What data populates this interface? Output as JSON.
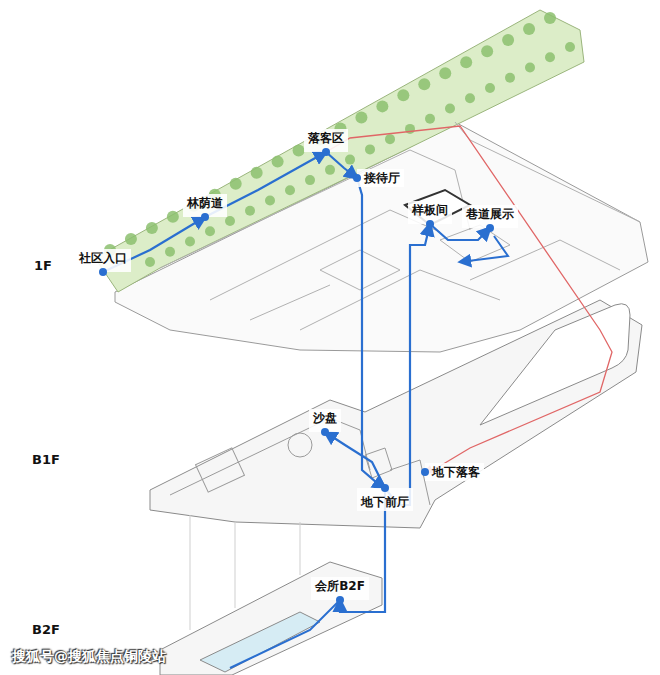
{
  "diagram": {
    "nodes": [
      {
        "text": [
          "社区入口"
        ]
      },
      {
        "text": [
          "林荫道"
        ]
      },
      {
        "text": [
          "落客区"
        ]
      },
      {
        "text": [
          "接待厅"
        ]
      },
      {
        "text": [
          "样板间"
        ]
      },
      {
        "text": [
          "巷道展示"
        ]
      },
      {
        "text": [
          "沙盘"
        ]
      },
      {
        "text": [
          "地下落客"
        ]
      },
      {
        "text": [
          "地下前厅"
        ]
      },
      {
        "text": [
          "会所B2F"
        ]
      }
    ],
    "edges": [
      {
        "from": 0,
        "to": 1,
        "arrow": "to"
      },
      {
        "from": 1,
        "to": 2,
        "arrow": "to"
      },
      {
        "from": 2,
        "to": 3,
        "arrow": "to"
      },
      {
        "from": 3,
        "to": 8,
        "arrow": "to"
      },
      {
        "from": 8,
        "to": 6,
        "arrow": "to"
      },
      {
        "from": 8,
        "to": 4,
        "arrow": "to"
      },
      {
        "from": 4,
        "to": 5,
        "arrow": "to"
      },
      {
        "from": 8,
        "to": 9,
        "arrow": "to"
      },
      {
        "from": 2,
        "to": 7,
        "arrow": "to"
      }
    ],
    "labels": [
      "1F",
      "B1F",
      "B2F",
      "搜狐号@搜狐焦点铜陵站"
    ]
  }
}
